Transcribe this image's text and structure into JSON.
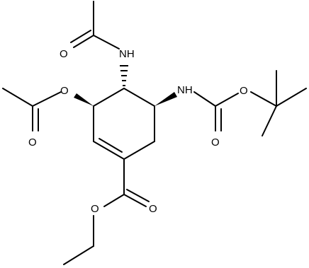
{
  "molecule": {
    "labels": {
      "nh_acetamido": "NH",
      "o_acetamido_carbonyl": "O",
      "o_acetoxy_ester": "O",
      "o_acetoxy_carbonyl": "O",
      "nh_boc": "NH",
      "o_boc_carbonyl": "O",
      "o_boc_ester": "O",
      "o_ethyl_ester_carbonyl": "O",
      "o_ethyl_ester": "O"
    }
  }
}
